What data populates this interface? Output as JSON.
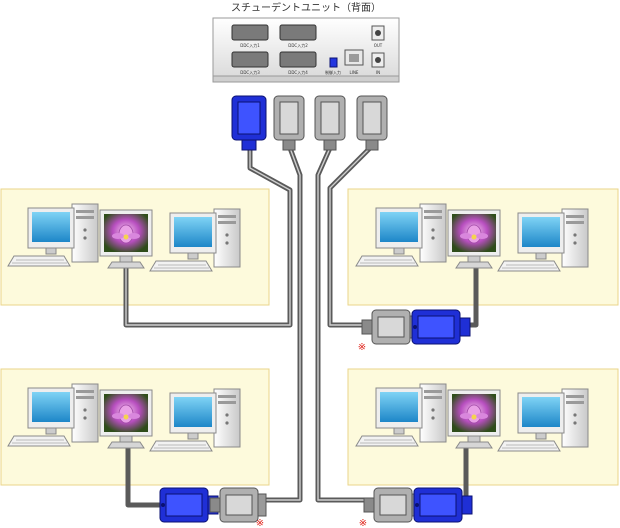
{
  "title": "スチューデントユニット（背面）",
  "unit": {
    "port_labels": [
      "DDC入力1",
      "DDC入力2",
      "DDC入力3",
      "DDC入力4",
      "制御入力",
      "LINE",
      "OUT",
      "IN"
    ]
  },
  "notes": {
    "mark": "※"
  },
  "colors": {
    "zone_fill": "#fdfadc",
    "zone_border": "#ead48a",
    "cable": "#5a5a5a",
    "blue_connector": "#1f2fd6",
    "gray_connector": "#8a8a8a",
    "monitor_screen": "#2a9ad6",
    "note_red": "#e0241b"
  },
  "icons": [
    "student-unit",
    "vga-connector-blue",
    "vga-connector-gray",
    "desktop-pc",
    "lotus-screen",
    "cable"
  ]
}
